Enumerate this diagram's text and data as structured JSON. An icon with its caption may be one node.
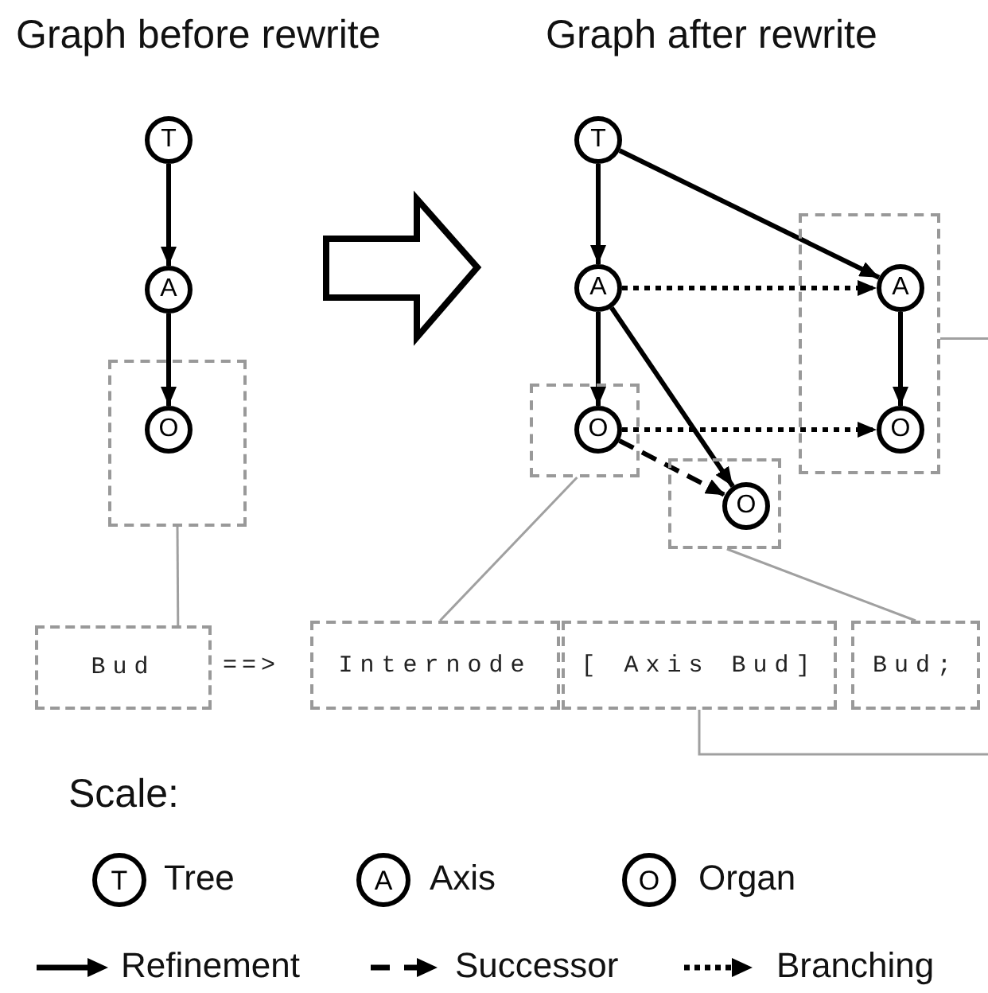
{
  "diagram": {
    "nodes": [
      {
        "text": [
          "T"
        ]
      },
      {
        "text": [
          "A"
        ]
      },
      {
        "text": [],
        "shape": "box"
      },
      {
        "text": [
          "O"
        ],
        "in": 2
      },
      {
        "text": [
          "T"
        ]
      },
      {
        "text": [
          "A"
        ]
      },
      {
        "text": [],
        "shape": "box"
      },
      {
        "text": [
          "O"
        ],
        "in": 6
      },
      {
        "text": [],
        "shape": "box"
      },
      {
        "text": [
          "A"
        ],
        "in": 8
      },
      {
        "text": [
          "O"
        ],
        "in": 8
      },
      {
        "text": [],
        "shape": "box"
      },
      {
        "text": [
          "O"
        ],
        "in": 11
      },
      {
        "text": [
          "Bud"
        ]
      },
      {
        "text": [
          "Internode"
        ]
      },
      {
        "text": [
          "[ Axis Bud]"
        ]
      },
      {
        "text": [
          "Bud;"
        ]
      }
    ],
    "edges": [
      {
        "from": 0,
        "to": 1,
        "arrow": "to"
      },
      {
        "from": 1,
        "to": 3,
        "arrow": "to"
      },
      {
        "from": 4,
        "to": 5,
        "arrow": "to"
      },
      {
        "from": 4,
        "to": 9,
        "arrow": "to"
      },
      {
        "from": 5,
        "to": 9,
        "arrow": "to",
        "style": "dashed"
      },
      {
        "from": 5,
        "to": 7,
        "arrow": "to"
      },
      {
        "from": 5,
        "to": 12,
        "arrow": "to"
      },
      {
        "from": 7,
        "to": 10,
        "arrow": "to",
        "style": "dashed"
      },
      {
        "from": 7,
        "to": 12,
        "arrow": "to",
        "style": "dashed"
      },
      {
        "from": 9,
        "to": 10,
        "arrow": "to"
      },
      {
        "from": 2,
        "to": 13,
        "arrow": "none",
        "color": "#a0a0a0"
      },
      {
        "from": 6,
        "to": 14,
        "arrow": "none",
        "color": "#a0a0a0"
      },
      {
        "from": 11,
        "to": 16,
        "arrow": "none",
        "color": "#a0a0a0"
      },
      {
        "from": 8,
        "to": null,
        "arrow": "none",
        "color": "#a0a0a0"
      },
      {
        "from": 15,
        "to": null,
        "arrow": "none",
        "color": "#a0a0a0"
      }
    ],
    "labels": [
      "Graph before rewrite",
      "Graph after rewrite",
      "==>",
      "Scale:",
      "T",
      "A",
      "O"
    ],
    "legend": [
      {
        "text": "Tree"
      },
      {
        "text": "Axis"
      },
      {
        "text": "Organ"
      },
      {
        "text": "Refinement"
      },
      {
        "text": "Successor"
      },
      {
        "text": "Branching"
      }
    ]
  }
}
